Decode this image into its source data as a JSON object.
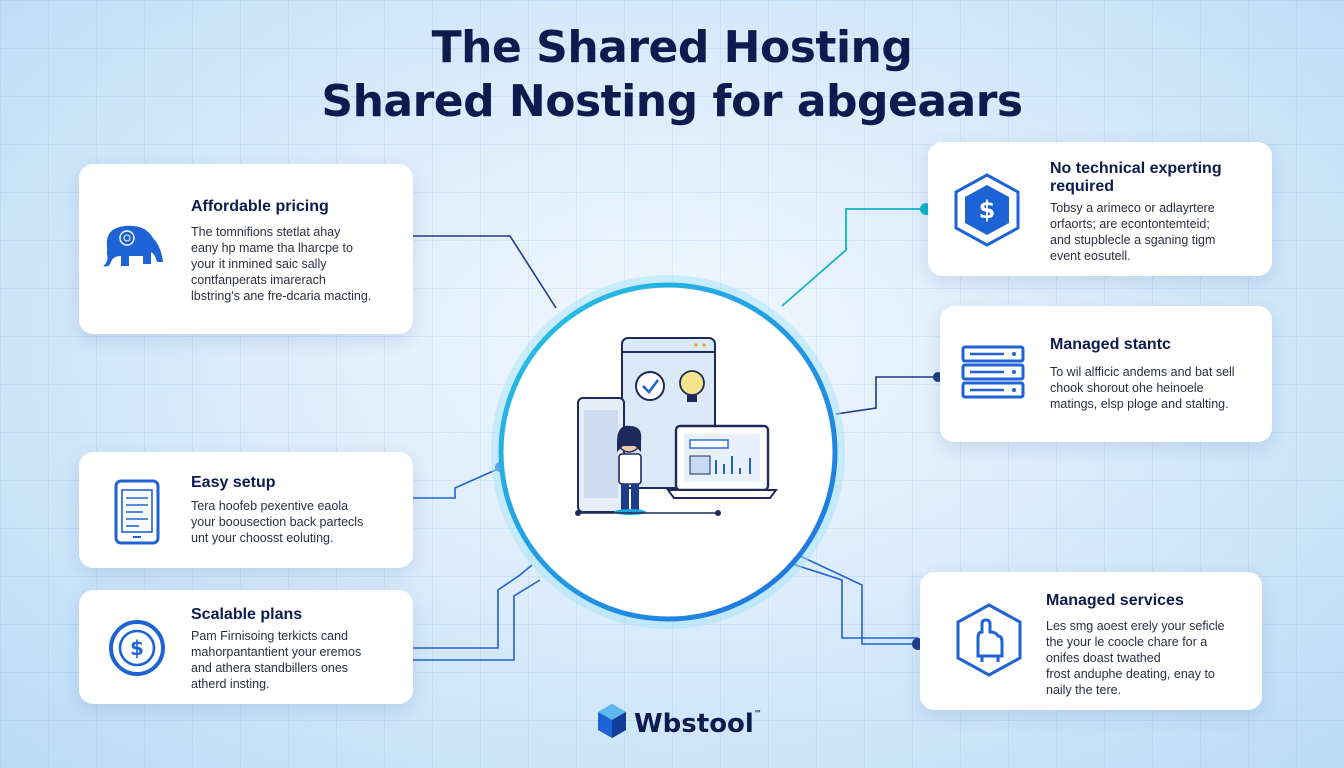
{
  "title": {
    "line1": "The Shared Hosting",
    "line2": "Shared Nosting for abgeaars"
  },
  "cards": {
    "affordable": {
      "heading": "Affordable pricing",
      "lines": [
        "The tomnifions stetlat ahay",
        "eany hp mame tha lharcpe to",
        "your it inmined saic sally",
        "contfanperats imarerach",
        "lbstring's ane fre-dcaria macting."
      ],
      "icon": "elephant-icon"
    },
    "easy": {
      "heading": "Easy setup",
      "lines": [
        "Tera hoofeb pexentive eaola",
        "your boousection back partecls",
        "unt your choosst eoluting."
      ],
      "icon": "mobile-form-icon"
    },
    "scalable": {
      "heading": "Scalable plans",
      "lines": [
        "Pam Firnisoing terkicts cand",
        "mahorpantantient your eremos",
        "and athera standbillers ones",
        "atherd insting."
      ],
      "icon": "dollar-coin-icon"
    },
    "technical": {
      "heading_lines": [
        "No technical experting",
        "required"
      ],
      "lines": [
        "Tobsy a arimeco or adlayrtere",
        "orfaorts; are econtontemteid;",
        "and stupblecle a sganing tigm",
        "event eosutell."
      ],
      "icon": "dollar-hexagon-icon"
    },
    "managed_stantc": {
      "heading": "Managed stantc",
      "lines": [
        "To wil alfficic andems and bat sell",
        "chook shorout ohe heinoele",
        "matings, elsp ploge and stalting."
      ],
      "icon": "server-icon"
    },
    "managed_services": {
      "heading": "Managed services",
      "lines": [
        "Les smg aoest erely your seficle",
        "the your le coocle chare for a",
        "onifes doast twathed",
        "frost anduphe deating, enay to",
        "naily the tere."
      ],
      "icon": "support-hand-icon"
    }
  },
  "logo": {
    "text": "Wbstool",
    "tm": "™",
    "icon": "cube-logo-icon"
  },
  "colors": {
    "navy": "#0d1b4f",
    "blue": "#1e63d6",
    "teal": "#12b3c9",
    "circle_ring": "#1aa6e6"
  }
}
